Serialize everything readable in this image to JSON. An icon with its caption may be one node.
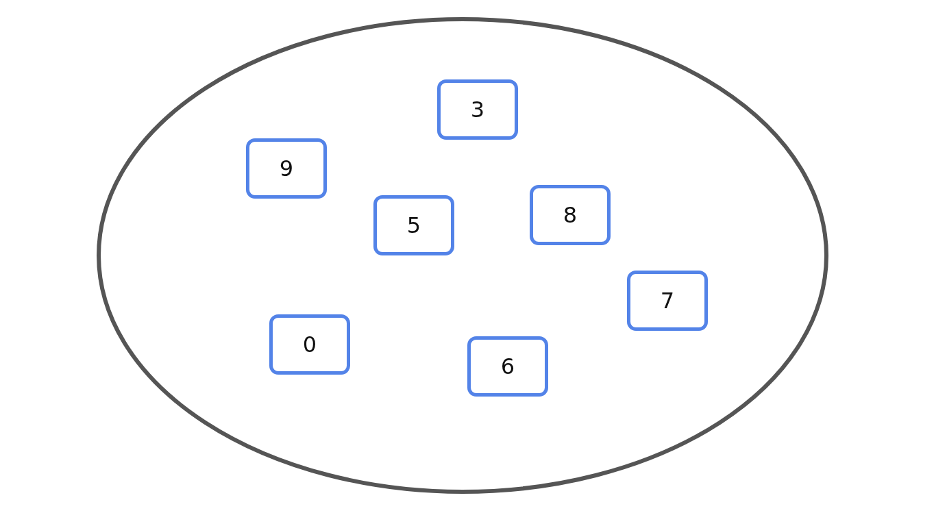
{
  "diagram": {
    "nodes": [
      {
        "text": [],
        "shape": "ellipse"
      },
      {
        "text": [
          "3"
        ],
        "in": 0
      },
      {
        "text": [
          "9"
        ],
        "in": 0
      },
      {
        "text": [
          "5"
        ],
        "in": 0
      },
      {
        "text": [
          "8"
        ],
        "in": 0
      },
      {
        "text": [
          "7"
        ],
        "in": 0
      },
      {
        "text": [
          "0"
        ],
        "in": 0
      },
      {
        "text": [
          "6"
        ],
        "in": 0
      }
    ]
  }
}
